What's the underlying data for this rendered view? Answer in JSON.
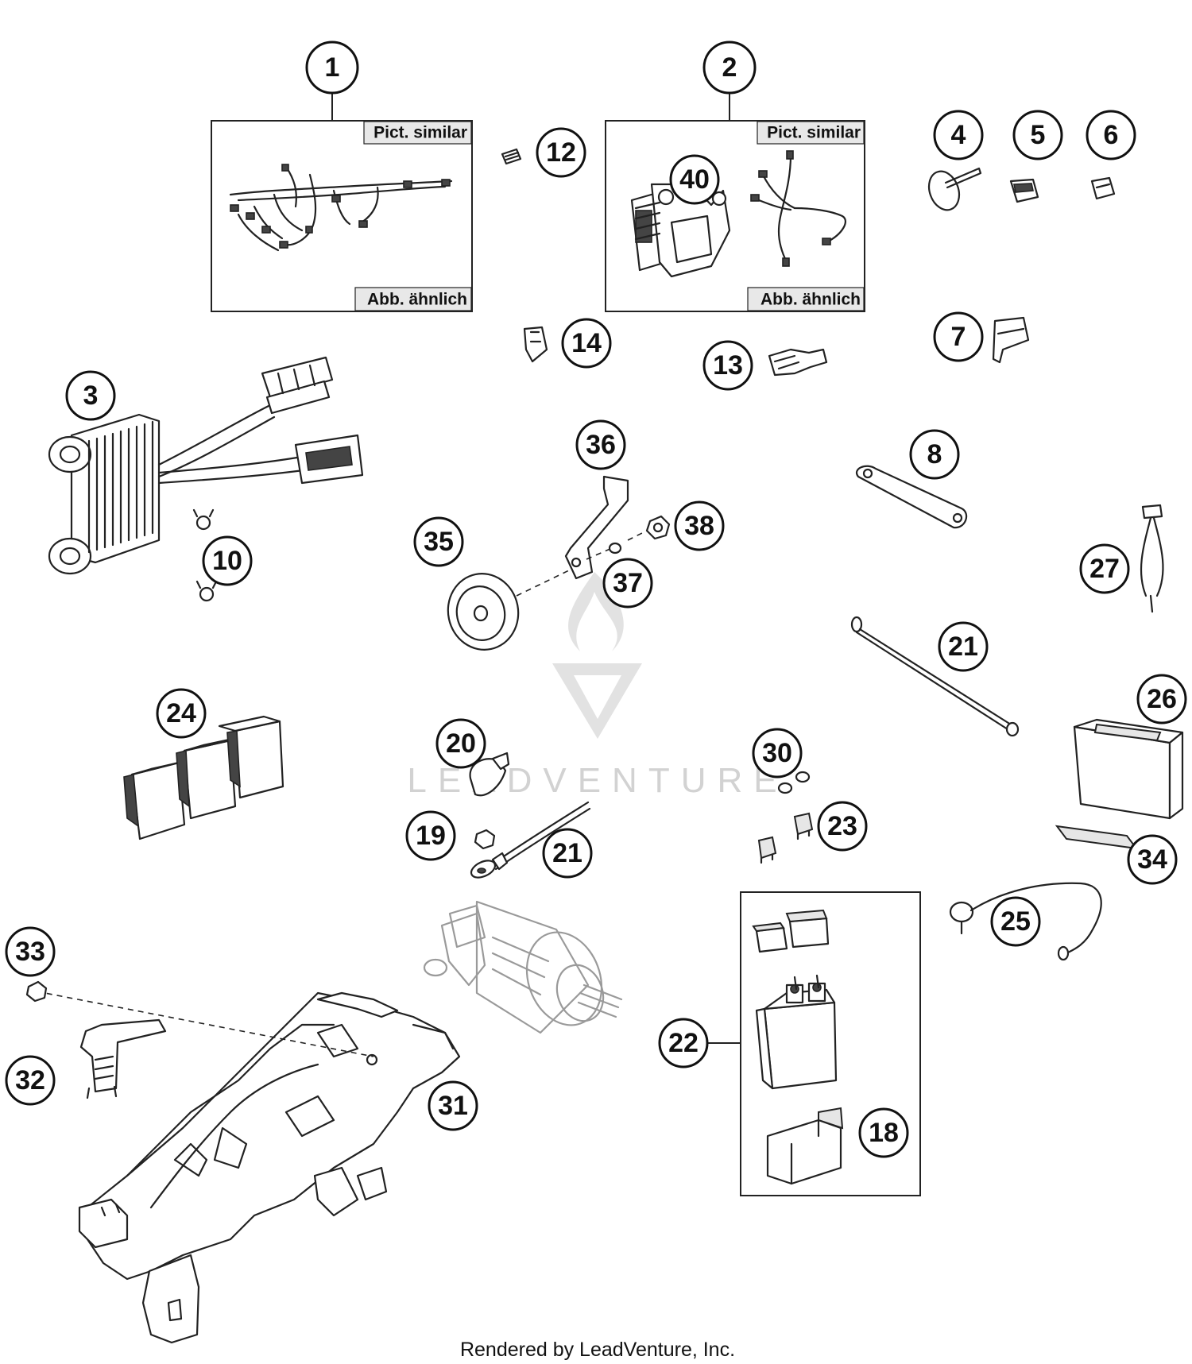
{
  "callouts": [
    {
      "id": "1",
      "label": "1"
    },
    {
      "id": "2",
      "label": "2"
    },
    {
      "id": "3",
      "label": "3"
    },
    {
      "id": "4",
      "label": "4"
    },
    {
      "id": "5",
      "label": "5"
    },
    {
      "id": "6",
      "label": "6"
    },
    {
      "id": "7",
      "label": "7"
    },
    {
      "id": "8",
      "label": "8"
    },
    {
      "id": "10",
      "label": "10"
    },
    {
      "id": "12",
      "label": "12"
    },
    {
      "id": "13",
      "label": "13"
    },
    {
      "id": "14",
      "label": "14"
    },
    {
      "id": "18",
      "label": "18"
    },
    {
      "id": "19",
      "label": "19"
    },
    {
      "id": "20",
      "label": "20"
    },
    {
      "id": "21a",
      "label": "21"
    },
    {
      "id": "21b",
      "label": "21"
    },
    {
      "id": "22",
      "label": "22"
    },
    {
      "id": "23",
      "label": "23"
    },
    {
      "id": "24",
      "label": "24"
    },
    {
      "id": "25",
      "label": "25"
    },
    {
      "id": "26",
      "label": "26"
    },
    {
      "id": "27",
      "label": "27"
    },
    {
      "id": "30",
      "label": "30"
    },
    {
      "id": "31",
      "label": "31"
    },
    {
      "id": "32",
      "label": "32"
    },
    {
      "id": "33",
      "label": "33"
    },
    {
      "id": "34",
      "label": "34"
    },
    {
      "id": "35",
      "label": "35"
    },
    {
      "id": "36",
      "label": "36"
    },
    {
      "id": "37",
      "label": "37"
    },
    {
      "id": "38",
      "label": "38"
    },
    {
      "id": "40",
      "label": "40"
    }
  ],
  "boxes": {
    "harness_box": {
      "label_top": "Pict. similar",
      "label_bottom": "Abb. ähnlich"
    },
    "switch_box": {
      "label_top": "Pict. similar",
      "label_bottom": "Abb. ähnlich"
    }
  },
  "watermark": {
    "text": "LEADVENTURE"
  },
  "footer": {
    "text": "Rendered by LeadVenture, Inc."
  }
}
